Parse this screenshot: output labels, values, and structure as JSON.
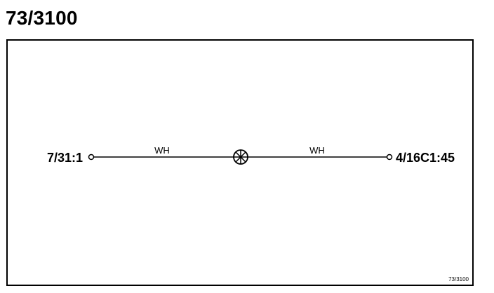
{
  "title": "73/3100",
  "diagram": {
    "left_terminal": "7/31:1",
    "right_terminal": "4/16C1:45",
    "left_wire_color": "WH",
    "right_wire_color": "WH",
    "component": "lamp-symbol",
    "reference": "73/3100"
  }
}
